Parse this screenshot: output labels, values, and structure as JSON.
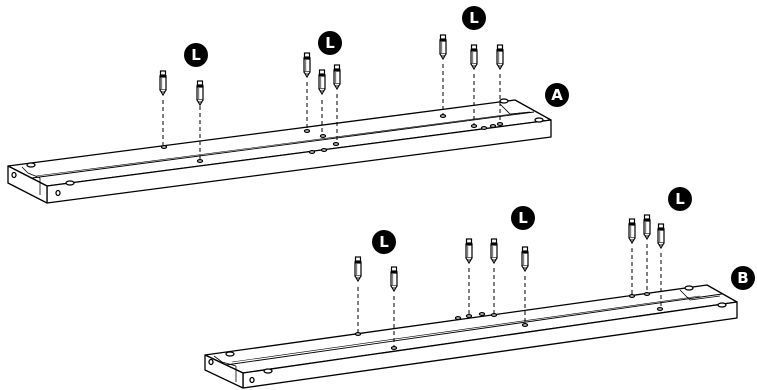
{
  "callouts": {
    "pin_label": "L",
    "board_a_label": "A",
    "board_b_label": "B"
  },
  "colors": {
    "line": "#000000",
    "background": "#ffffff",
    "callout_fill": "#000000",
    "callout_text": "#ffffff"
  }
}
